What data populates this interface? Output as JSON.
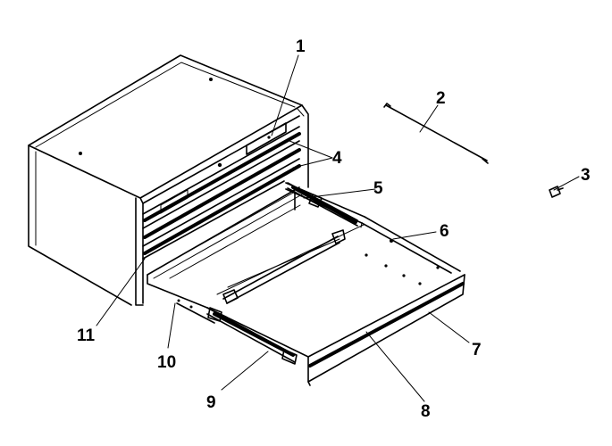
{
  "diagram": {
    "callouts": [
      {
        "label": "1"
      },
      {
        "label": "2"
      },
      {
        "label": "3"
      },
      {
        "label": "4"
      },
      {
        "label": "5"
      },
      {
        "label": "6"
      },
      {
        "label": "7"
      },
      {
        "label": "8"
      },
      {
        "label": "9"
      },
      {
        "label": "10"
      },
      {
        "label": "11"
      }
    ]
  },
  "colors": {
    "ink": "#000000",
    "paper": "#ffffff"
  }
}
